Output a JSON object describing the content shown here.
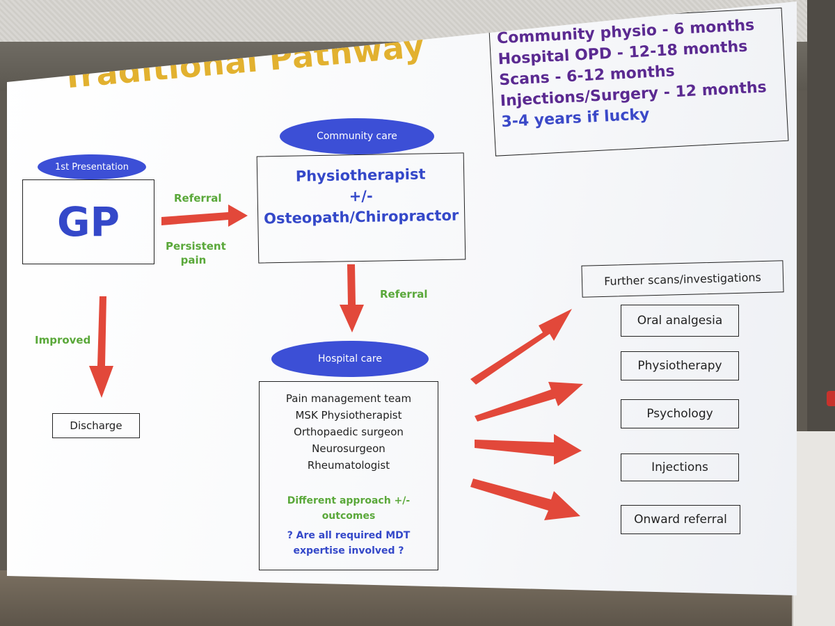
{
  "slide": {
    "title": "Traditional Pathway",
    "first_presentation": "1st Presentation",
    "gp": "GP",
    "referral_label_1": "Referral",
    "persistent_pain": "Persistent\npain",
    "improved": "Improved",
    "discharge": "Discharge",
    "community_care": "Community care",
    "community_box": {
      "line1": "Physiotherapist",
      "line2": "+/-",
      "line3": "Osteopath/Chiropractor"
    },
    "referral_label_2": "Referral",
    "hospital_care": "Hospital care",
    "hospital_team": [
      "Pain management team",
      "MSK Physiotherapist",
      "Orthopaedic surgeon",
      "Neurosurgeon",
      "Rheumatologist"
    ],
    "hospital_note_green": "Different approach +/-\noutcomes",
    "hospital_note_blue": "? Are all required MDT\nexpertise involved ?",
    "waits": [
      "Community physio - 6 months",
      "Hospital OPD - 12-18 months",
      "Scans - 6-12 months",
      "Injections/Surgery - 12 months"
    ],
    "waits_total": "3-4 years if lucky",
    "outcomes": [
      "Further scans/investigations",
      "Oral analgesia",
      "Physiotherapy",
      "Psychology",
      "Injections",
      "Onward referral"
    ]
  },
  "colors": {
    "title": "#e2b12f",
    "oval": "#3c4fd6",
    "blue_text": "#3448c9",
    "green_text": "#5aa83a",
    "purple_text": "#5b2a91",
    "arrow": "#e2483a"
  }
}
